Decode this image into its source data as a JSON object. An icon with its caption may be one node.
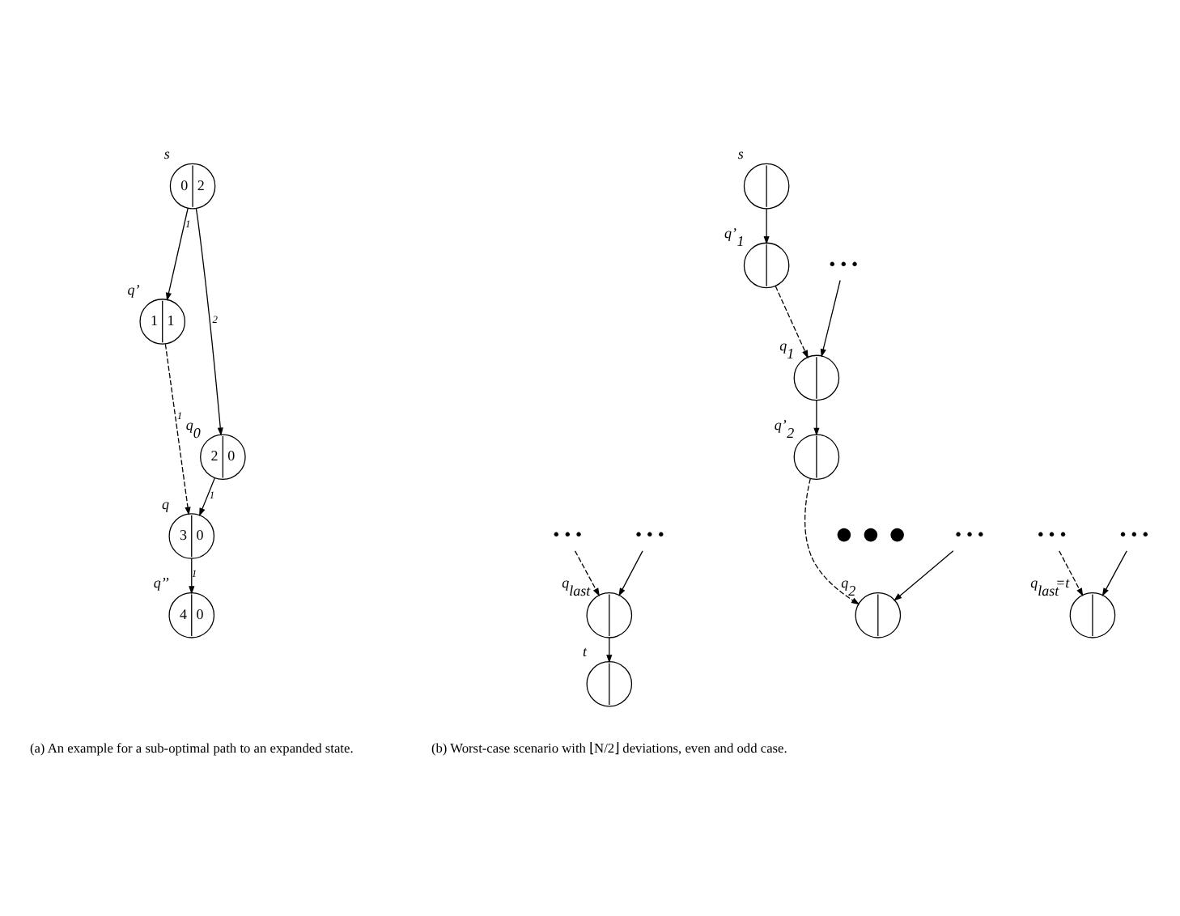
{
  "diagram": {
    "nodes": [
      {
        "text": [
          "0",
          "2"
        ],
        "beside": [
          "s"
        ]
      },
      {
        "text": [
          "1",
          "1"
        ],
        "beside": [
          "q’"
        ]
      },
      {
        "text": [
          "2",
          "0"
        ],
        "beside": [
          "q$_{0}$"
        ]
      },
      {
        "text": [
          "3",
          "0"
        ],
        "beside": [
          "q"
        ]
      },
      {
        "text": [
          "4",
          "0"
        ],
        "beside": [
          "q’’"
        ]
      },
      {
        "text": [],
        "shape": "circle",
        "beside": [
          "s"
        ]
      },
      {
        "text": [],
        "shape": "circle",
        "beside": [
          "q’$_{1}$"
        ]
      },
      {
        "text": [
          "• • •"
        ]
      },
      {
        "text": [],
        "shape": "circle",
        "beside": [
          "q$_{1}$"
        ]
      },
      {
        "text": [],
        "shape": "circle",
        "beside": [
          "q’$_{2}$"
        ]
      },
      {
        "text": [
          "• • •"
        ]
      },
      {
        "text": [],
        "shape": "circle",
        "beside": [
          "q$_{2}$"
        ]
      },
      {
        "text": [
          "• • •"
        ]
      },
      {
        "text": [
          "• • •"
        ]
      },
      {
        "text": [],
        "shape": "circle",
        "beside": [
          "q$_{last}$=t"
        ]
      },
      {
        "text": [
          "• • •"
        ]
      },
      {
        "text": [
          "• • •"
        ]
      },
      {
        "text": [],
        "shape": "circle",
        "beside": [
          "q$_{last}$"
        ]
      },
      {
        "text": [],
        "shape": "circle",
        "beside": [
          "t"
        ]
      }
    ],
    "edges": [
      {
        "from": 0,
        "to": 1,
        "arrow": "to",
        "label": "1"
      },
      {
        "from": 0,
        "to": 2,
        "arrow": "to",
        "label": "2"
      },
      {
        "from": 1,
        "to": 3,
        "arrow": "to",
        "label": "1",
        "style": "dashed"
      },
      {
        "from": 2,
        "to": 3,
        "arrow": "to",
        "label": "1"
      },
      {
        "from": 3,
        "to": 4,
        "arrow": "to",
        "label": "1"
      },
      {
        "from": 5,
        "to": 6,
        "arrow": "to"
      },
      {
        "from": 6,
        "to": 8,
        "arrow": "to",
        "style": "dashed"
      },
      {
        "from": 7,
        "to": 8,
        "arrow": "to"
      },
      {
        "from": 8,
        "to": 9,
        "arrow": "to"
      },
      {
        "from": 9,
        "to": 11,
        "arrow": "to",
        "style": "dashed"
      },
      {
        "from": 10,
        "to": 11,
        "arrow": "to"
      },
      {
        "from": 12,
        "to": 14,
        "arrow": "to",
        "style": "dashed"
      },
      {
        "from": 13,
        "to": 14,
        "arrow": "to"
      },
      {
        "from": 15,
        "to": 17,
        "arrow": "to",
        "style": "dashed"
      },
      {
        "from": 16,
        "to": 17,
        "arrow": "to"
      },
      {
        "from": 17,
        "to": 18,
        "arrow": "to"
      }
    ],
    "labels": [
      "● ● ●",
      "(a) An example for a sub-optimal path to an expanded state.",
      "(b) Worst-case scenario with ⌊N/2⌋ deviations, even and odd case."
    ]
  }
}
